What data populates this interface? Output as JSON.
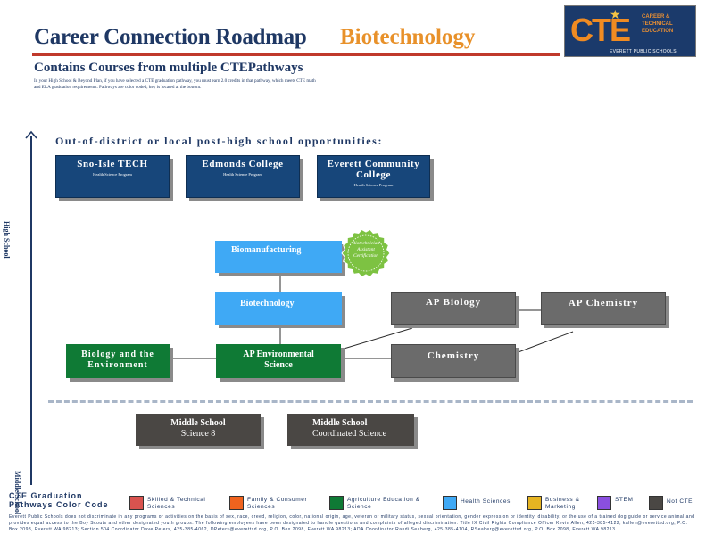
{
  "header": {
    "title": "Career Connection Roadmap",
    "subject": "Biotechnology",
    "subtitle": "Contains Courses from multiple CTEPathways",
    "intro": "In your High School & Beyond Plan, if you have selected a CTE graduation pathway, you must earn 2.0 credits in that pathway, which meets CTE math and ELA graduation requirements. Pathways are color coded; key is located at the bottom."
  },
  "logo": {
    "mark": "CTE",
    "lines": [
      "CAREER &",
      "TECHNICAL",
      "EDUCATION"
    ],
    "district": "EVERETT PUBLIC SCHOOLS"
  },
  "axis": {
    "top_label": "High School",
    "bottom_label": "Middle School"
  },
  "opportunities": {
    "heading": "Out-of-district or local post-high school opportunities:",
    "items": [
      {
        "name": "Sno-Isle TECH",
        "program": "Health Science Program"
      },
      {
        "name": "Edmonds College",
        "program": "Health Science Program"
      },
      {
        "name": "Everett Community College",
        "program": "Health Science Program"
      }
    ]
  },
  "courses": {
    "biomanufacturing": "Biomanufacturing",
    "biotechnology": "Biotechnology",
    "ap_biology": "AP Biology",
    "ap_chemistry": "AP Chemistry",
    "biology_env": "Biology and the Environment",
    "ap_env_sci": "AP Environmental Science",
    "chemistry": "Chemistry",
    "ms_science8_title": "Middle School",
    "ms_science8_sub": "Science 8",
    "ms_coord_title": "Middle School",
    "ms_coord_sub": "Coordinated Science"
  },
  "certification": {
    "text": "Biotechnician Assistant Certification",
    "color": "#7dc242"
  },
  "legend": {
    "title": "CTE Graduation Pathways Color Code",
    "items": [
      {
        "label": "Skilled & Technical Sciences",
        "color": "#d9534f"
      },
      {
        "label": "Family & Consumer Sciences",
        "color": "#f0631e"
      },
      {
        "label": "Agriculture Education & Science",
        "color": "#0f7a35"
      },
      {
        "label": "Health Sciences",
        "color": "#3fa9f5"
      },
      {
        "label": "Business & Marketing",
        "color": "#e6b422"
      },
      {
        "label": "STEM",
        "color": "#8a4fe0"
      },
      {
        "label": "Not CTE",
        "color": "#4a4744"
      }
    ]
  },
  "colors": {
    "navy": "#17467a",
    "accent_orange": "#e8912a",
    "rule_red": "#c0392b"
  },
  "footer": "Everett Public Schools does not discriminate in any programs or activities on the basis of sex, race, creed, religion, color, national origin, age, veteran or military status, sexual orientation, gender expression or identity, disability, or the use of a trained dog guide or service animal and provides equal access to the Boy Scouts and other designated youth groups. The following employees have been designated to handle questions and complaints of alleged discrimination: Title IX Civil Rights Compliance Officer Kevin Allen, 425-385-4122, kallen@everettsd.org, P.O. Box 2098, Everett WA 98213; Section 504 Coordinator Dave Peters, 425-385-4062, DPeters@everettsd.org, P.O. Box 2098, Everett WA 98213; ADA Coordinator Randi Seaberg, 425-385-4104, RSeaberg@everettsd.org, P.O. Box 2098, Everett WA 98213"
}
